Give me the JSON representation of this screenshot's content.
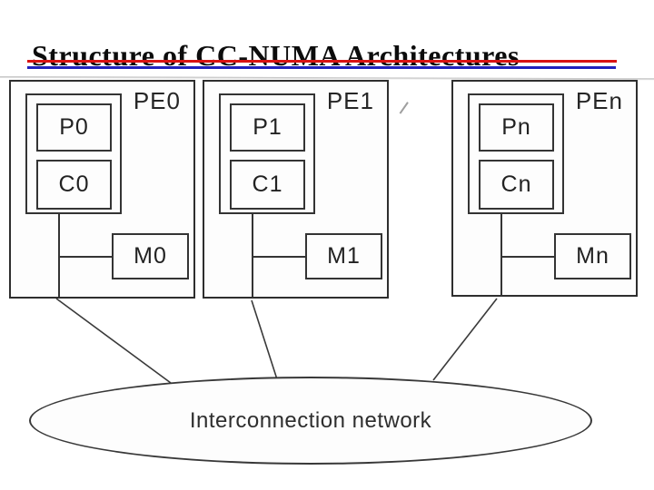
{
  "title": "Structure of CC-NUMA Architectures",
  "diagram": {
    "processing_elements": [
      {
        "label": "PE0",
        "processor": "P0",
        "cache": "C0",
        "memory": "M0"
      },
      {
        "label": "PE1",
        "processor": "P1",
        "cache": "C1",
        "memory": "M1"
      },
      {
        "label": "PEn",
        "processor": "Pn",
        "cache": "Cn",
        "memory": "Mn"
      }
    ],
    "network": {
      "label": "Interconnection network"
    }
  },
  "colors": {
    "underline_red": "#d91313",
    "underline_blue": "#2222bd",
    "line": "#343434"
  }
}
